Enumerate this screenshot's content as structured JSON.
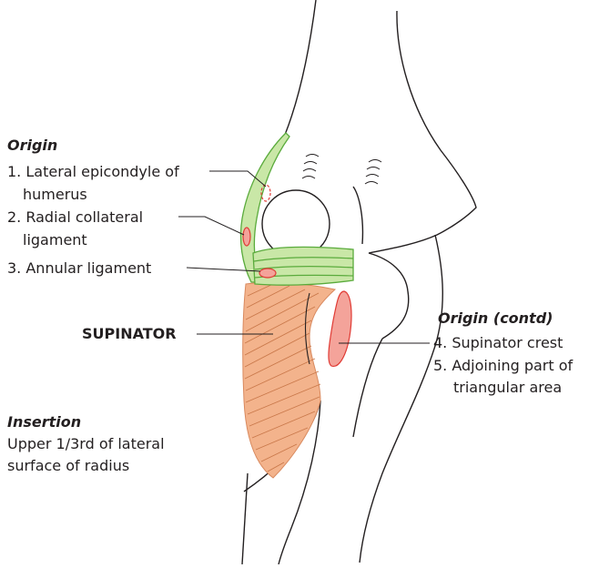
{
  "origin_heading": "Origin",
  "origin_items": [
    {
      "line1": "1. Lateral epicondyle of",
      "line2": "humerus"
    },
    {
      "line1": "2. Radial collateral",
      "line2": "ligament"
    },
    {
      "line1": "3. Annular ligament",
      "line2": ""
    }
  ],
  "muscle_label": "SUPINATOR",
  "insertion_heading": "Insertion",
  "insertion_text": {
    "line1": "Upper 1/3rd of lateral",
    "line2": "surface of radius"
  },
  "origin_contd_heading": "Origin (contd)",
  "origin_contd_items": [
    {
      "line1": "4. Supinator crest",
      "line2": ""
    },
    {
      "line1": "5. Adjoining part of",
      "line2": "triangular area"
    }
  ],
  "colors": {
    "bone_outline": "#231f20",
    "ligament_fill": "#c9e7a7",
    "ligament_stroke": "#5aab3c",
    "muscle_fill": "#f3b38c",
    "muscle_stroke": "#d98a5f",
    "origin_area_fill": "#f4a39a",
    "origin_area_stroke": "#e03b35"
  }
}
